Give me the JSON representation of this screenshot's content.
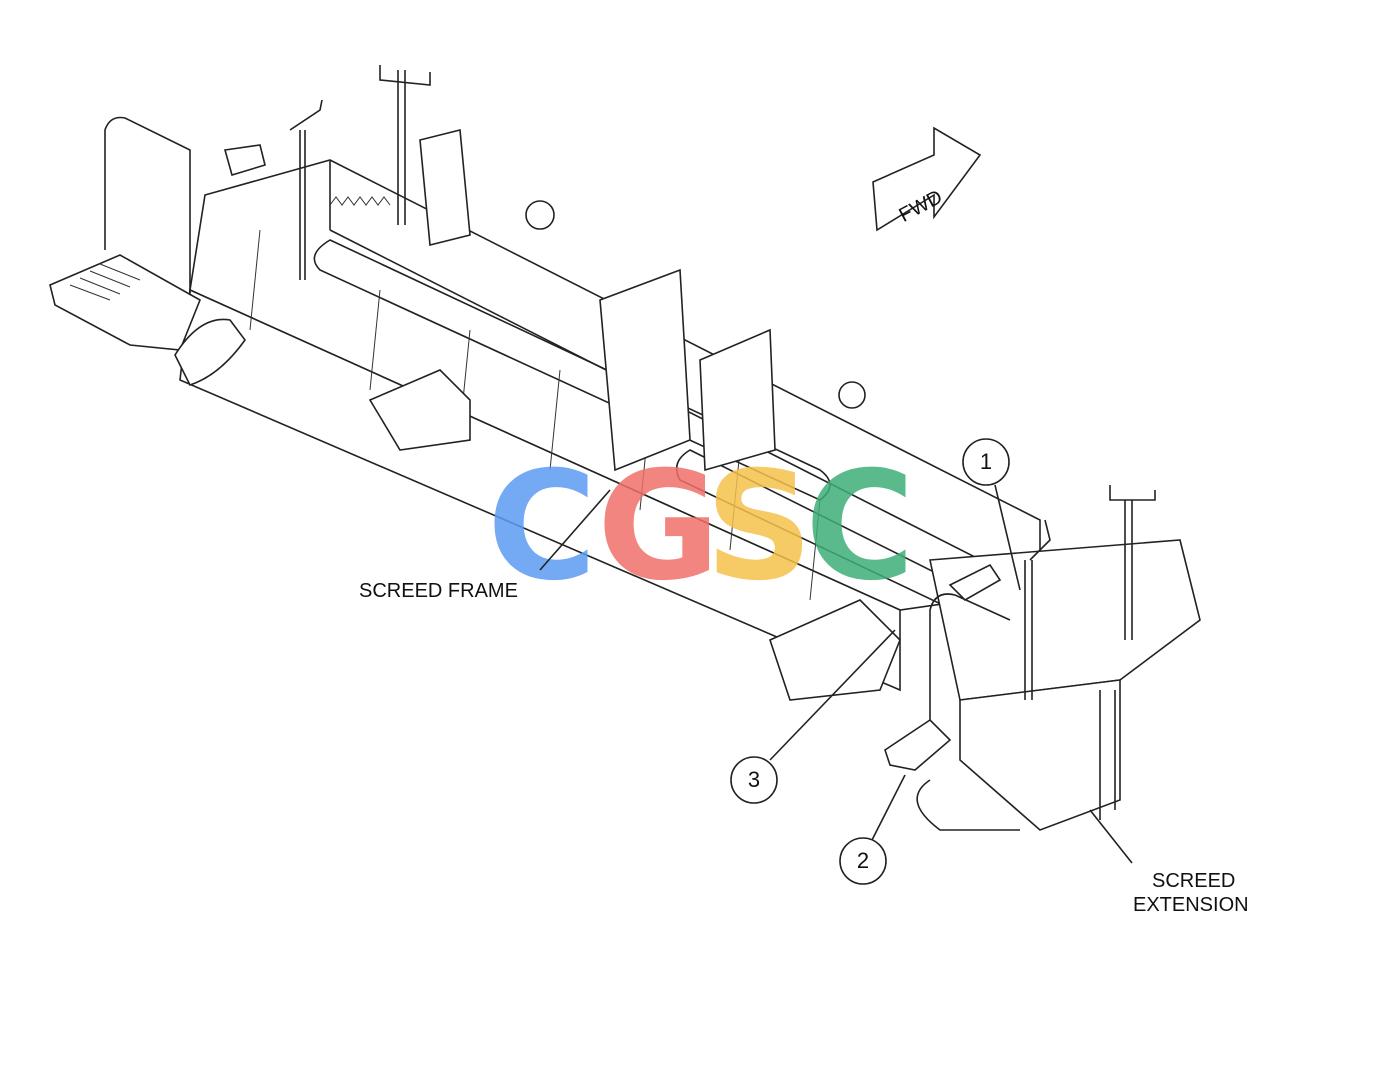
{
  "labels": {
    "fwd": "FWD",
    "screed_frame": "SCREED FRAME",
    "screed_extension_line1": "SCREED",
    "screed_extension_line2": "EXTENSION"
  },
  "callouts": [
    "1",
    "2",
    "3"
  ],
  "watermark": {
    "letters": [
      "C",
      "G",
      "S",
      "C"
    ],
    "colors": [
      "#5b9cf2",
      "#f0706a",
      "#f5c14a",
      "#3fae78"
    ]
  }
}
